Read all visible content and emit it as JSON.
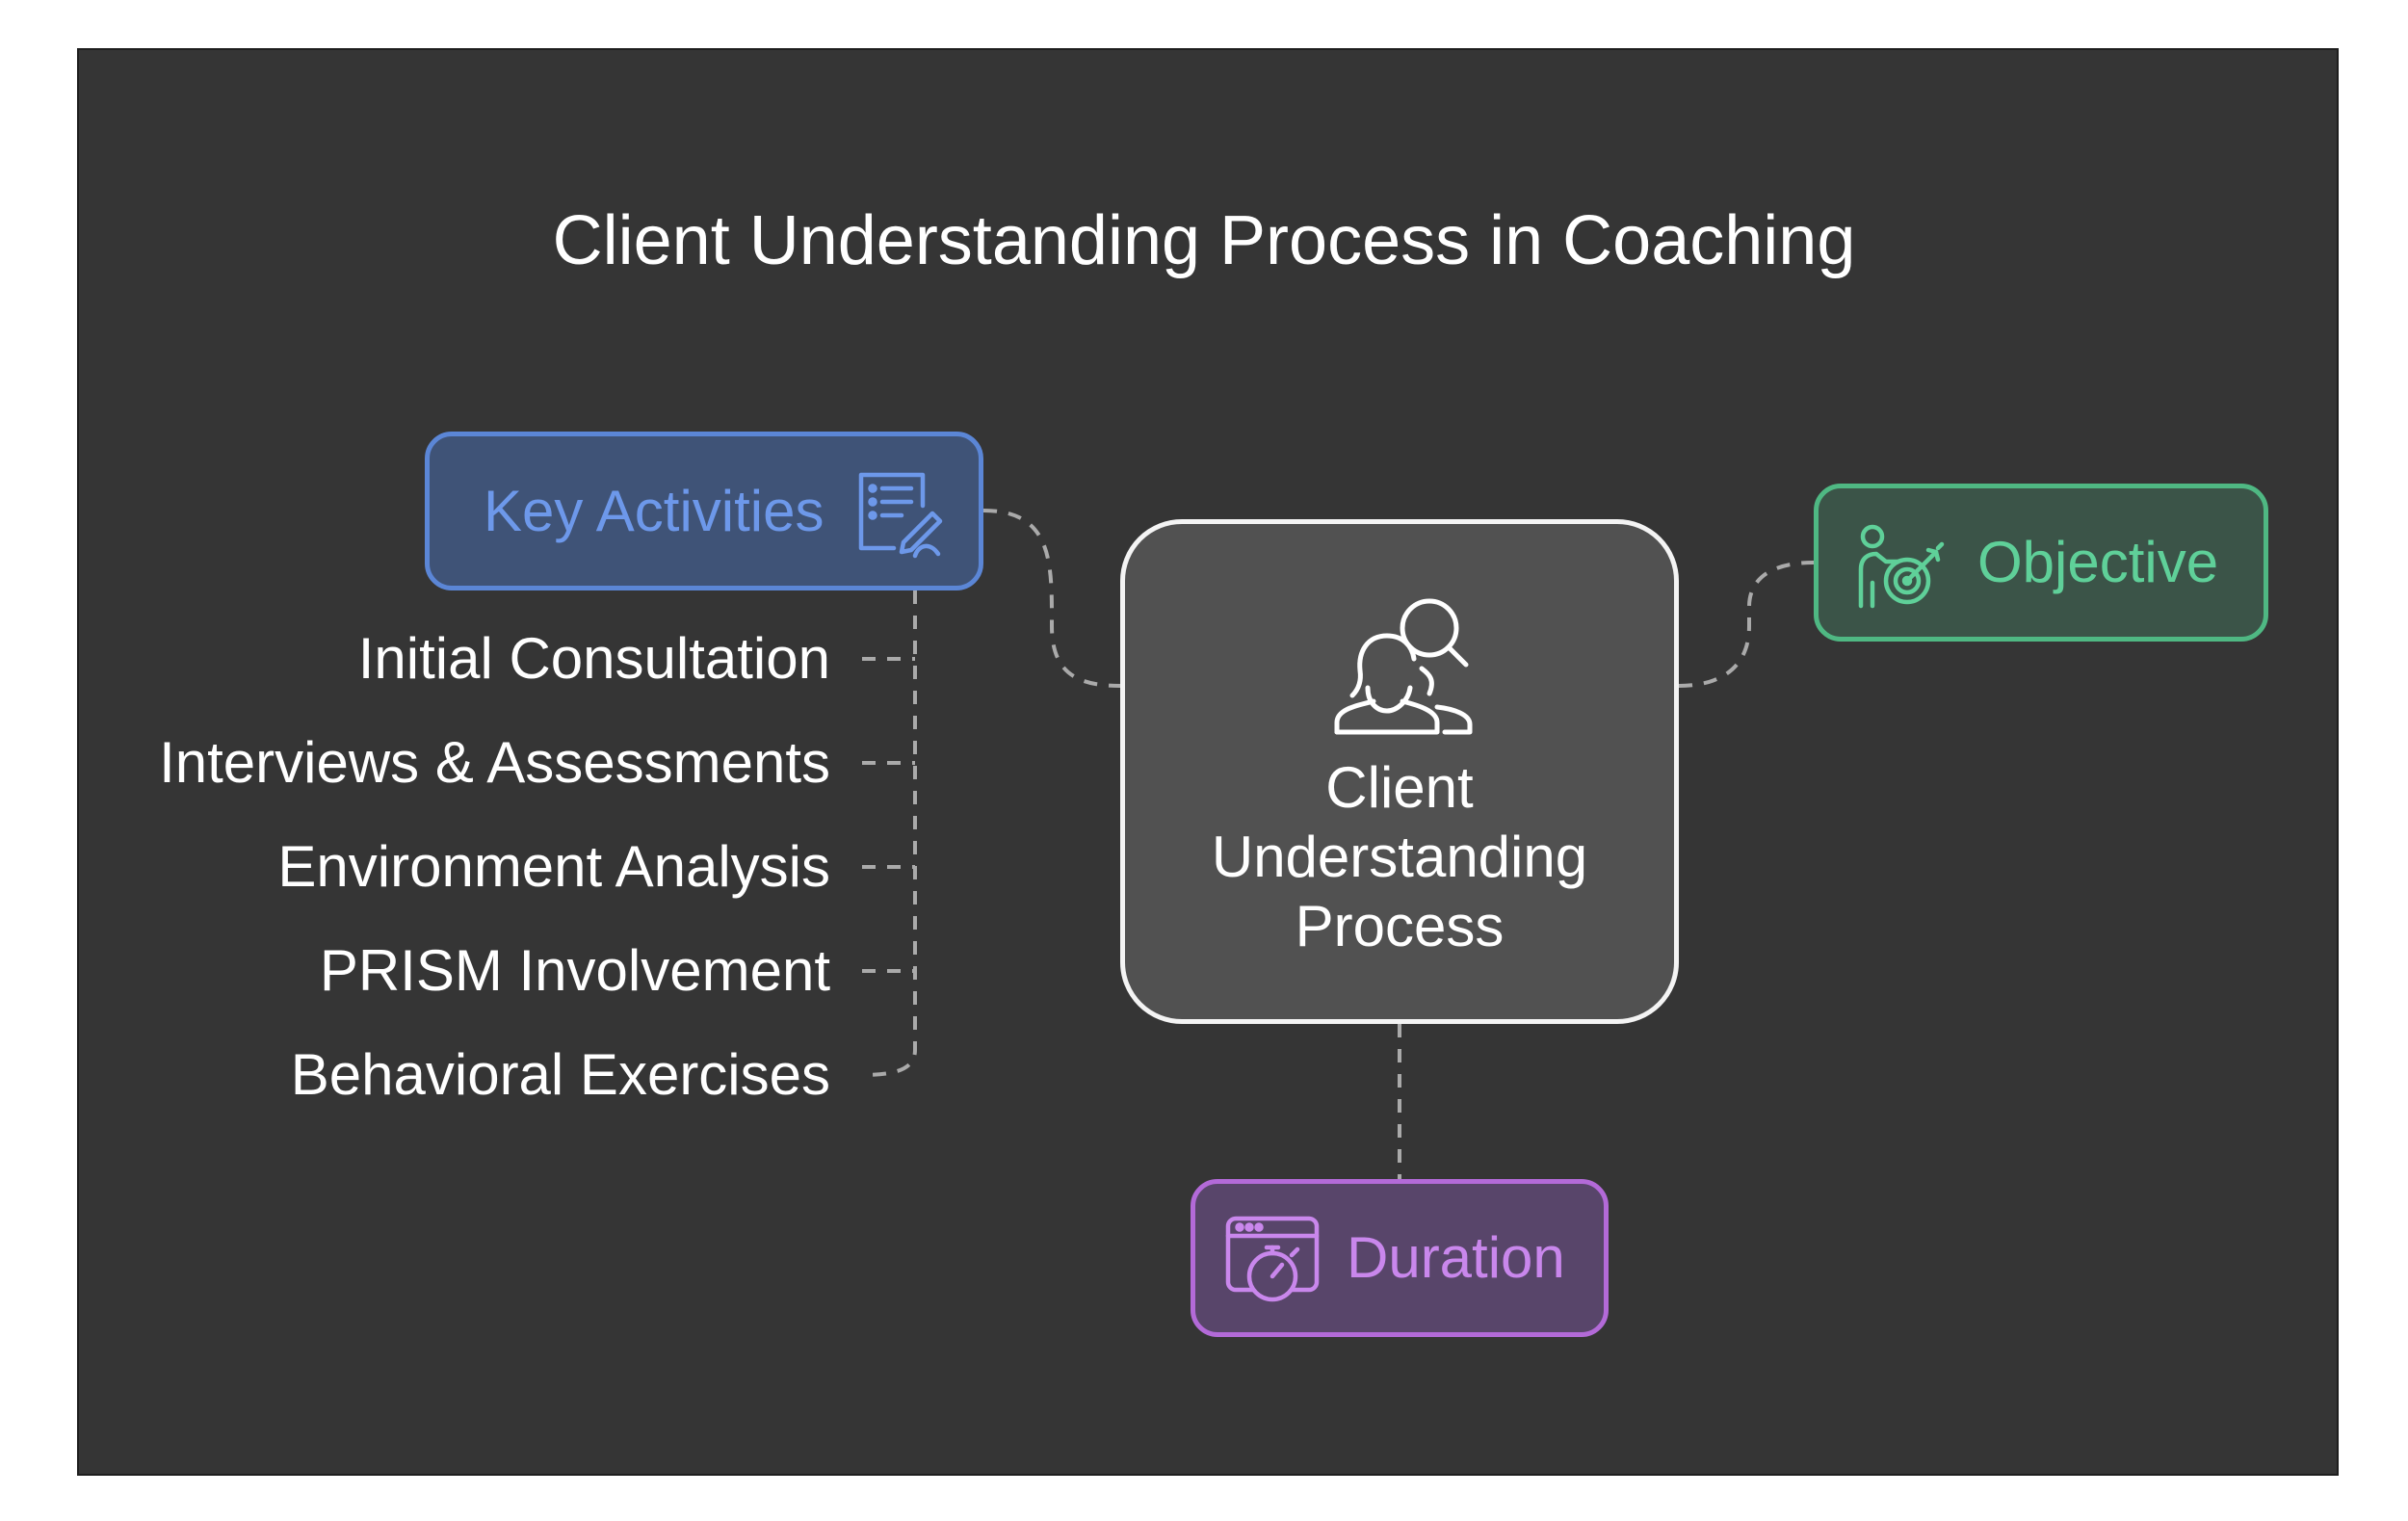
{
  "diagram": {
    "title": "Client Understanding Process in Coaching",
    "center": {
      "label_lines": [
        "Client",
        "Understanding",
        "Process"
      ],
      "icon": "person-search-icon"
    },
    "branches": {
      "key_activities": {
        "label": "Key Activities",
        "icon": "checklist-edit-icon",
        "color": "#5b86d6",
        "items": [
          "Initial Consultation",
          "Interviews & Assessments",
          "Environment Analysis",
          "PRISM Involvement",
          "Behavioral Exercises"
        ]
      },
      "objective": {
        "label": "Objective",
        "icon": "person-target-icon",
        "color": "#4fb883"
      },
      "duration": {
        "label": "Duration",
        "icon": "browser-stopwatch-icon",
        "color": "#b36ad8"
      }
    },
    "colors": {
      "background": "#353535",
      "center_border": "#f4f4f4",
      "connector": "#aaaaaa"
    }
  }
}
